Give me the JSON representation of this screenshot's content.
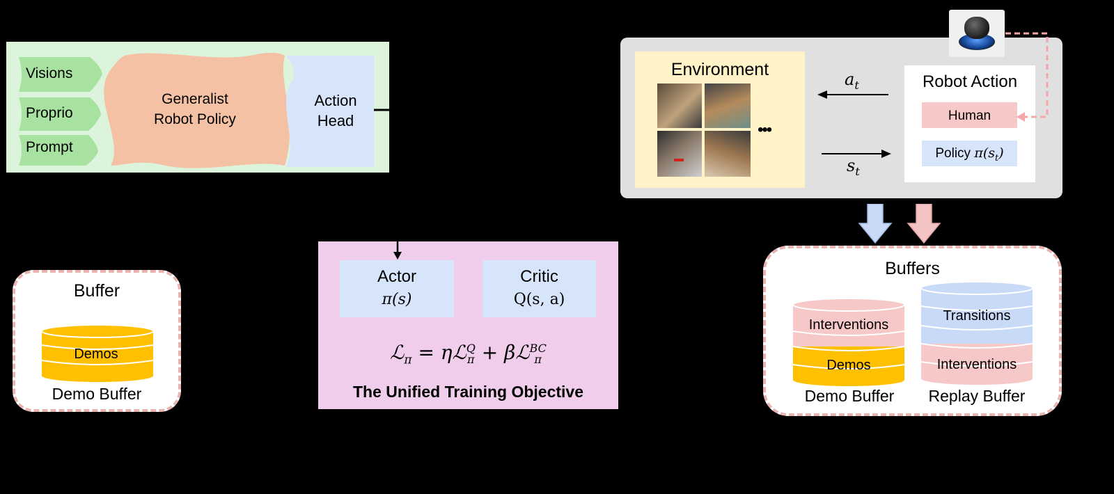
{
  "policy": {
    "inputs": [
      "Visions",
      "Proprio",
      "Prompt"
    ],
    "core_line1": "Generalist",
    "core_line2": "Robot Policy",
    "head_line1": "Action",
    "head_line2": "Head"
  },
  "env_panel": {
    "environment_label": "Environment",
    "ellipsis": "•••",
    "action_symbol": "a",
    "action_sub": "t",
    "state_symbol": "s",
    "state_sub": "t",
    "robot_action_title": "Robot Action",
    "human_label": "Human",
    "policy_label": "Policy",
    "policy_math": "π(s",
    "policy_math_sub": "t",
    "policy_math_close": ")"
  },
  "demo_buffer": {
    "title": "Buffer",
    "layer": "Demos",
    "caption": "Demo Buffer"
  },
  "objective": {
    "actor": "Actor",
    "actor_math": "π(s)",
    "critic": "Critic",
    "critic_math": "Q(s, a)",
    "formula_lhs": "ℒ",
    "formula_lhs_sub": "π",
    "formula_eq": "= η",
    "formula_t1": "ℒ",
    "formula_t1_sup": "Q",
    "formula_t1_sub": "π",
    "formula_plus": "+ β",
    "formula_t2": "ℒ",
    "formula_t2_sup": "BC",
    "formula_t2_sub": "π",
    "caption": "The Unified Training Objective"
  },
  "buffers": {
    "title": "Buffers",
    "left_top": "Interventions",
    "left_bottom": "Demos",
    "left_caption": "Demo Buffer",
    "right_top": "Transitions",
    "right_bottom": "Interventions",
    "right_caption": "Replay Buffer"
  },
  "colors": {
    "background": "#000000",
    "policy_bg": "#dcf3dc",
    "input_green": "#a8e2a0",
    "core_salmon": "#f5c1a4",
    "head_blue": "#d7e5fb",
    "panel_gray": "#e0e0e0",
    "env_yellow": "#fff3c7",
    "human_pink": "#f6c8c8",
    "policy_blue": "#d7e5fb",
    "objective_pink": "#f1cdec",
    "demo_gold": "#ffc000",
    "buffer_border": "#e8b4b0",
    "arrow_blue": "#c9daf8",
    "arrow_pink": "#f4c3c3"
  }
}
